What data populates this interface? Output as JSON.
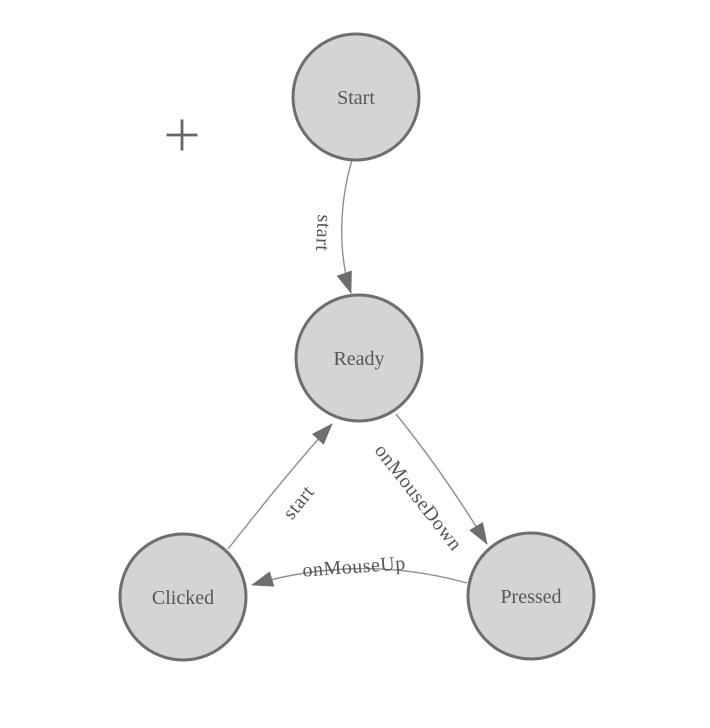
{
  "colors": {
    "canvas_bg": "#ffffff",
    "node_fill": "#d4d4d4",
    "node_stroke": "#6e6e6e",
    "edge_stroke": "#8f8f8f",
    "arrow_fill": "#6e6e6e",
    "label_text": "#54575c",
    "crosshair": "#666666"
  },
  "diagram": {
    "type": "state-machine",
    "nodes": [
      {
        "id": "start",
        "label": "Start"
      },
      {
        "id": "ready",
        "label": "Ready"
      },
      {
        "id": "clicked",
        "label": "Clicked"
      },
      {
        "id": "pressed",
        "label": "Pressed"
      }
    ],
    "edges": [
      {
        "from": "start",
        "to": "ready",
        "label": "start"
      },
      {
        "from": "clicked",
        "to": "ready",
        "label": "start"
      },
      {
        "from": "ready",
        "to": "pressed",
        "label": "onMouseDown"
      },
      {
        "from": "pressed",
        "to": "clicked",
        "label": "onMouseUp"
      }
    ]
  }
}
